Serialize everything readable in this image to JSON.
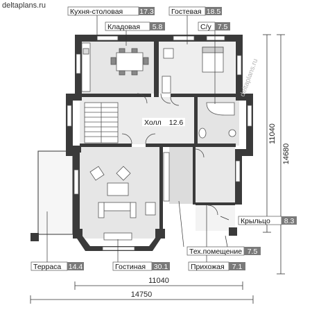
{
  "site": "deltaplans.ru",
  "watermark": "deltaplans.ru",
  "rooms": [
    {
      "id": "kitchen",
      "name": "Кухня-столовая",
      "area": "17.3"
    },
    {
      "id": "pantry",
      "name": "Кладовая",
      "area": "5.8"
    },
    {
      "id": "guest",
      "name": "Гостевая",
      "area": "18.5"
    },
    {
      "id": "wc",
      "name": "С/у",
      "area": "7.5"
    },
    {
      "id": "hall",
      "name": "Холл",
      "area": "12.6"
    },
    {
      "id": "porch",
      "name": "Крыльцо",
      "area": "8.3"
    },
    {
      "id": "tech",
      "name": "Тех.помещение",
      "area": "7.5"
    },
    {
      "id": "terrace",
      "name": "Терраса",
      "area": "14.4"
    },
    {
      "id": "living",
      "name": "Гостиная",
      "area": "30.1"
    },
    {
      "id": "entrance",
      "name": "Прихожая",
      "area": "7.1"
    }
  ],
  "dimensions": {
    "bottom_inner": "11040",
    "bottom_outer": "14750",
    "right_inner": "11040",
    "right_outer": "14680"
  },
  "colors": {
    "wall": "#3a3a3a",
    "label_box": "#7a7a7a",
    "room_fill": "#e9e9e9",
    "terrace_fill": "#f7f7f7"
  }
}
